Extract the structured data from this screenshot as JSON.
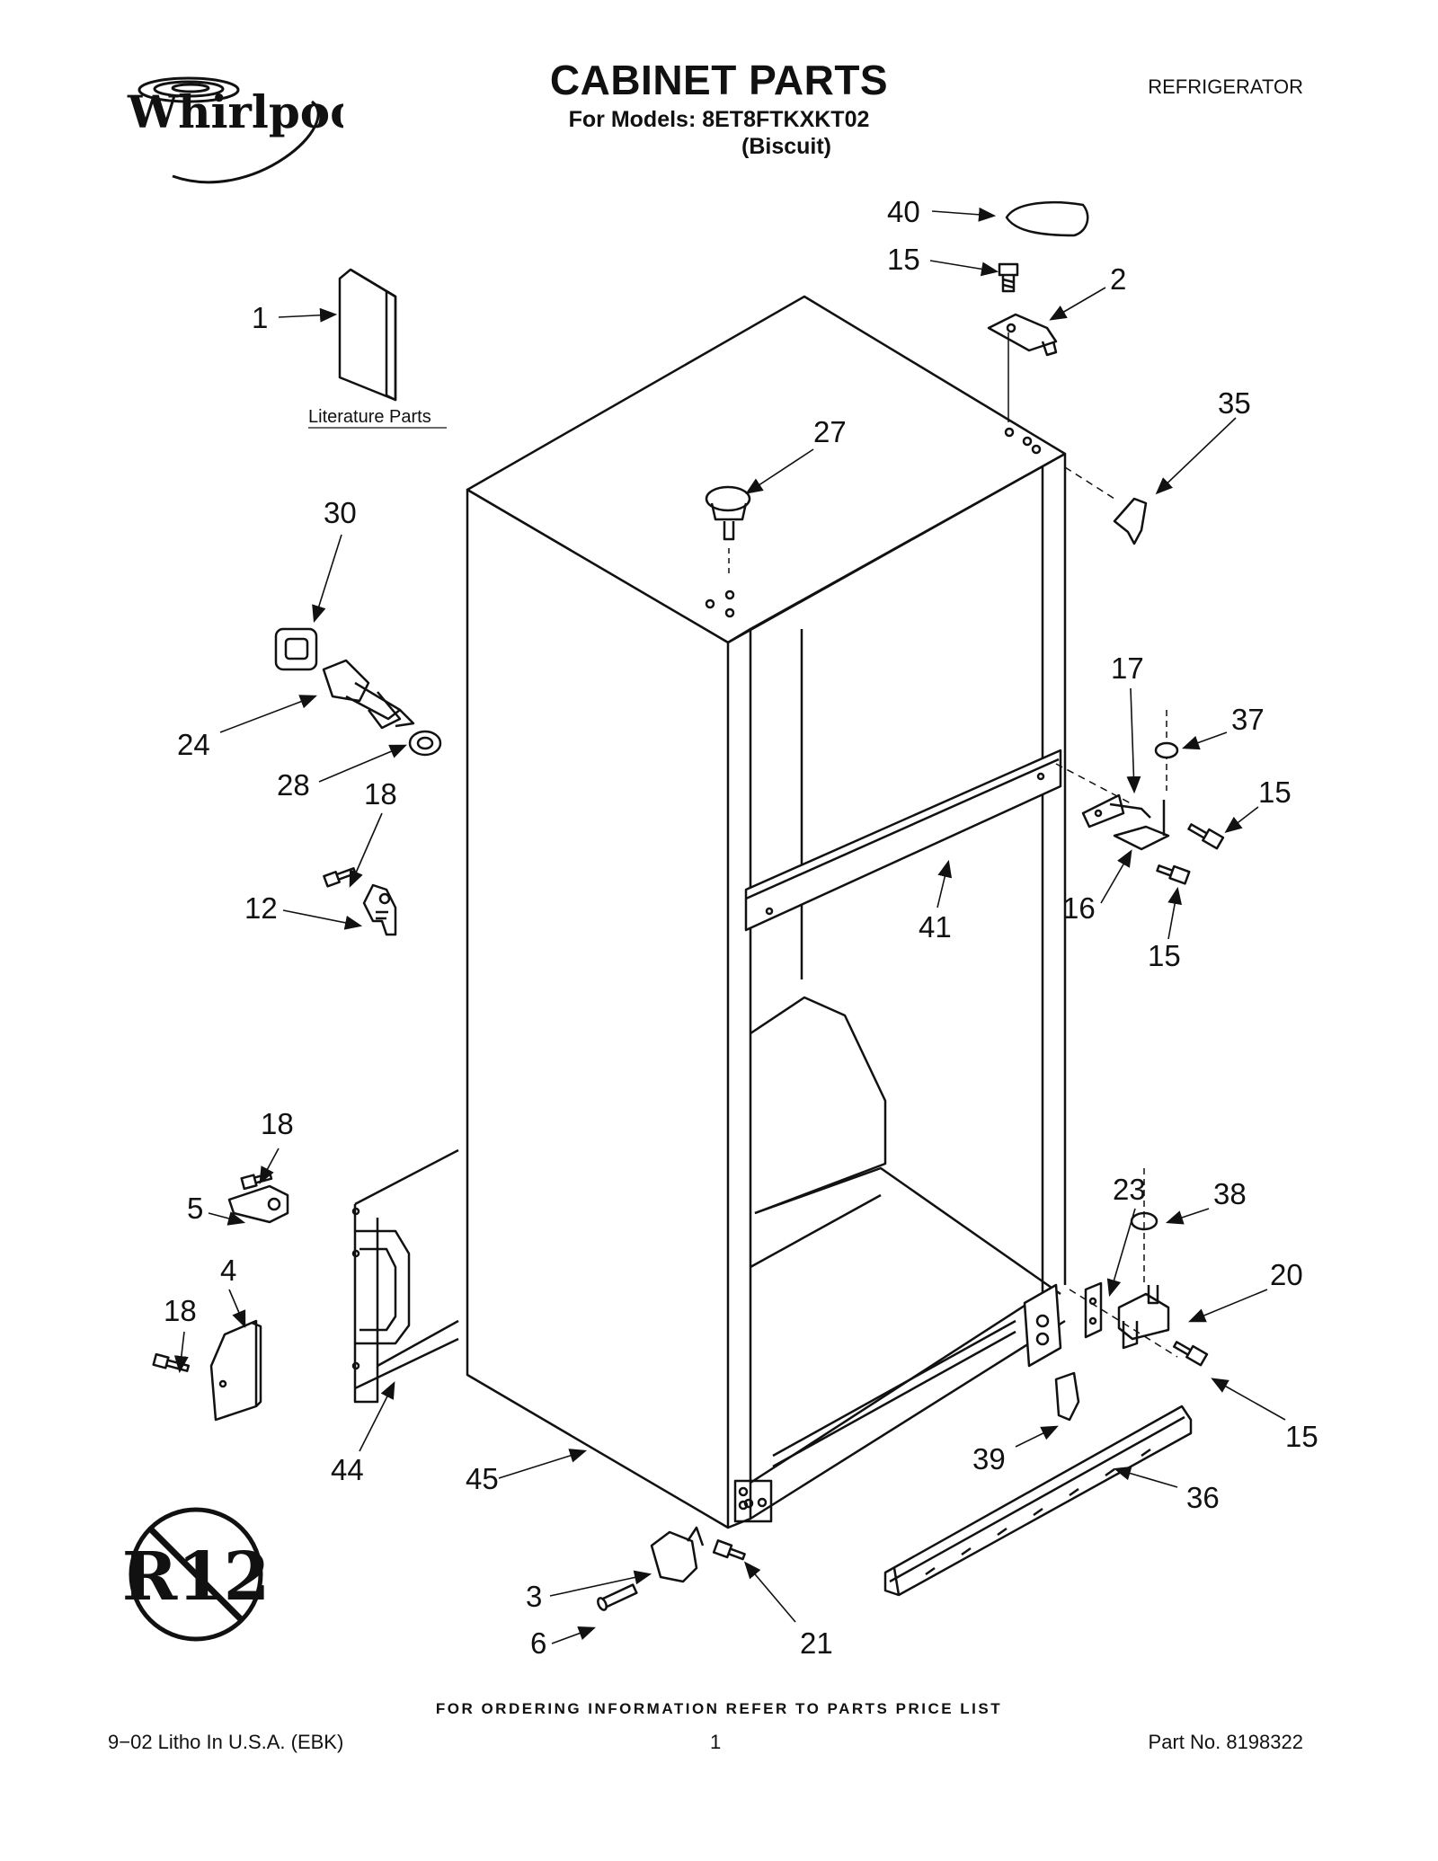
{
  "header": {
    "brand": "Whirlpool",
    "title": "CABINET PARTS",
    "models_line": "For Models: 8ET8FTKXKT02",
    "color_line": "(Biscuit)",
    "appliance": "REFRIGERATOR"
  },
  "diagram": {
    "literature_label": "Literature Parts",
    "callouts": [
      "40",
      "15",
      "2",
      "1",
      "27",
      "35",
      "30",
      "24",
      "28",
      "18",
      "12",
      "17",
      "37",
      "15",
      "16",
      "41",
      "15",
      "18",
      "5",
      "4",
      "18",
      "23",
      "38",
      "20",
      "15",
      "39",
      "36",
      "44",
      "45",
      "3",
      "6",
      "21"
    ],
    "r12_badge": "R12"
  },
  "footer": {
    "ordering_note": "FOR ORDERING INFORMATION REFER TO PARTS PRICE LIST",
    "litho": "9−02 Litho In U.S.A. (EBK)",
    "page": "1",
    "part_no": "Part No. 8198322"
  }
}
